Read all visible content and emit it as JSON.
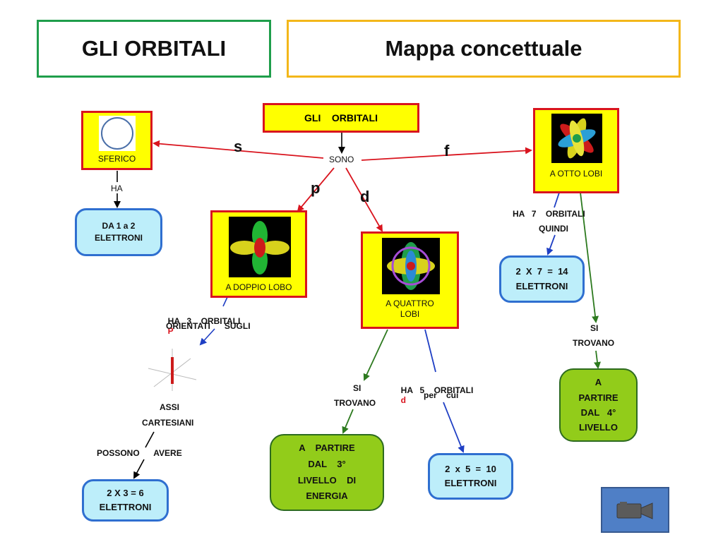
{
  "header": {
    "left_title": "GLI ORBITALI",
    "right_title": "Mappa concettuale"
  },
  "map": {
    "root": "GLI    ORBITALI",
    "root_link": "SONO",
    "branch_s": "s",
    "branch_p": "p",
    "branch_d": "d",
    "branch_f": "f",
    "s": {
      "shape": "SFERICO",
      "link": "HA",
      "electrons": [
        "DA 1 a 2",
        "ELETTRONI"
      ]
    },
    "p": {
      "shape": "A DOPPIO LOBO",
      "link_line1_a": "HA   3    ORBITALI",
      "link_line1_b": "P",
      "link_line2": "ORIENTATI      SUGLI",
      "axes_label": [
        "ASSI",
        "CARTESIANI"
      ],
      "link2": "POSSONO      AVERE",
      "electrons": [
        "2  X  3  =  6",
        "ELETTRONI"
      ]
    },
    "d": {
      "shape": [
        "A QUATTRO",
        "LOBI"
      ],
      "link_left": [
        "SI",
        "TROVANO"
      ],
      "level": [
        "A    PARTIRE",
        "DAL    3°",
        "LIVELLO    DI",
        "ENERGIA"
      ],
      "link_right_a": "HA   5    ORBITALI",
      "link_right_b": "d",
      "link_right_2": "per    cui",
      "electrons": [
        "2  x  5  =  10",
        "ELETTRONI"
      ]
    },
    "f": {
      "shape": "A OTTO LOBI",
      "link": [
        "HA   7    ORBITALI",
        "QUINDI"
      ],
      "electrons": [
        "2  X  7  =  14",
        "ELETTRONI"
      ],
      "link2": [
        "SI",
        "TROVANO"
      ],
      "level": [
        "A",
        "PARTIRE",
        "DAL   4°",
        "LIVELLO"
      ]
    }
  },
  "colors": {
    "node_fill": "#ffff00",
    "node_border": "#d9141e",
    "arrow_red": "#d9141e",
    "arrow_blue": "#1f3fc4",
    "arrow_green": "#2d7a1f",
    "blue_box": "#bdeefa",
    "green_box": "#92cc1a"
  },
  "icons": {
    "video_button": "video-camera-icon"
  }
}
